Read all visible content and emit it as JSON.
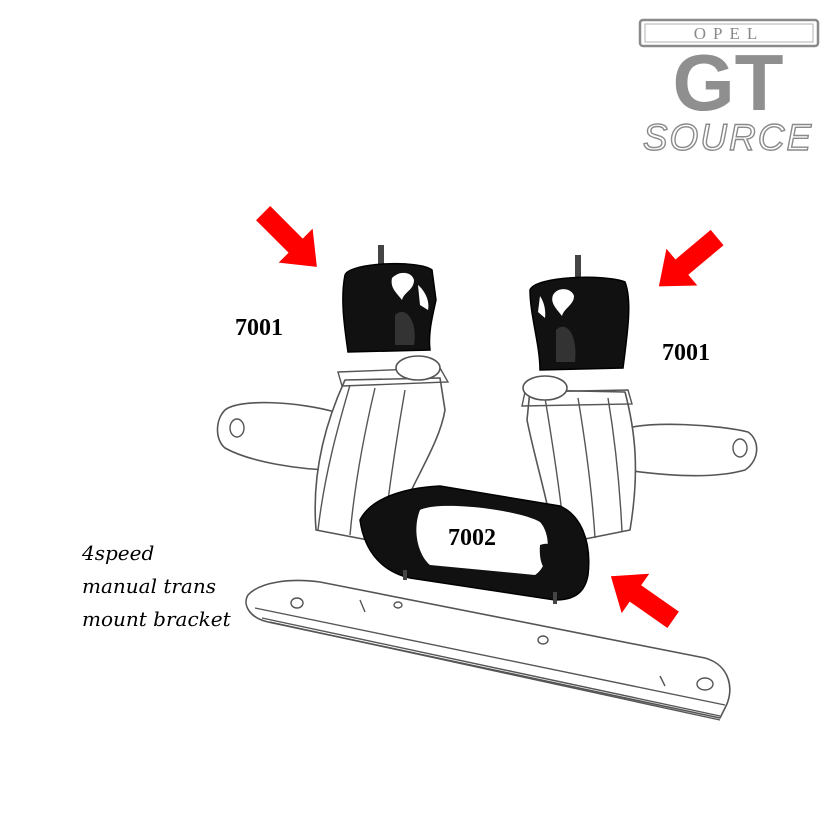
{
  "logo": {
    "brand": "OPEL",
    "model": "GT",
    "tagline": "SOURCE"
  },
  "parts": [
    {
      "id": "left-engine-mount",
      "label": "7001"
    },
    {
      "id": "right-engine-mount",
      "label": "7001"
    },
    {
      "id": "transmission-mount",
      "label": "7002"
    }
  ],
  "annotation": {
    "lines": [
      "4speed",
      "manual trans",
      "mount bracket"
    ]
  },
  "colors": {
    "arrow": "#ff0000",
    "rubber": "#111111",
    "logo_gray": "#8f8f8f"
  }
}
